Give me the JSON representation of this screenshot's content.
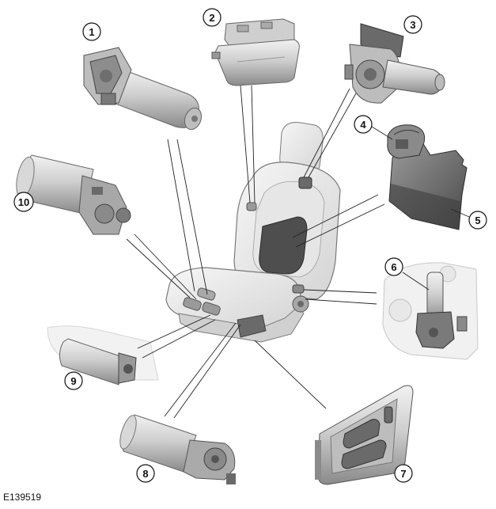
{
  "diagram": {
    "reference_code": "E139519",
    "callouts": [
      {
        "id": "1",
        "label": "1"
      },
      {
        "id": "2",
        "label": "2"
      },
      {
        "id": "3",
        "label": "3"
      },
      {
        "id": "4",
        "label": "4"
      },
      {
        "id": "5",
        "label": "5"
      },
      {
        "id": "6",
        "label": "6"
      },
      {
        "id": "7",
        "label": "7"
      },
      {
        "id": "8",
        "label": "8"
      },
      {
        "id": "9",
        "label": "9"
      },
      {
        "id": "10",
        "label": "10"
      }
    ]
  },
  "colors": {
    "part_fill": "#d9d9d9",
    "part_shade": "#9a9a9a",
    "part_dark": "#5a5a5a",
    "leader": "#222222",
    "seat_fill": "#ececec"
  }
}
